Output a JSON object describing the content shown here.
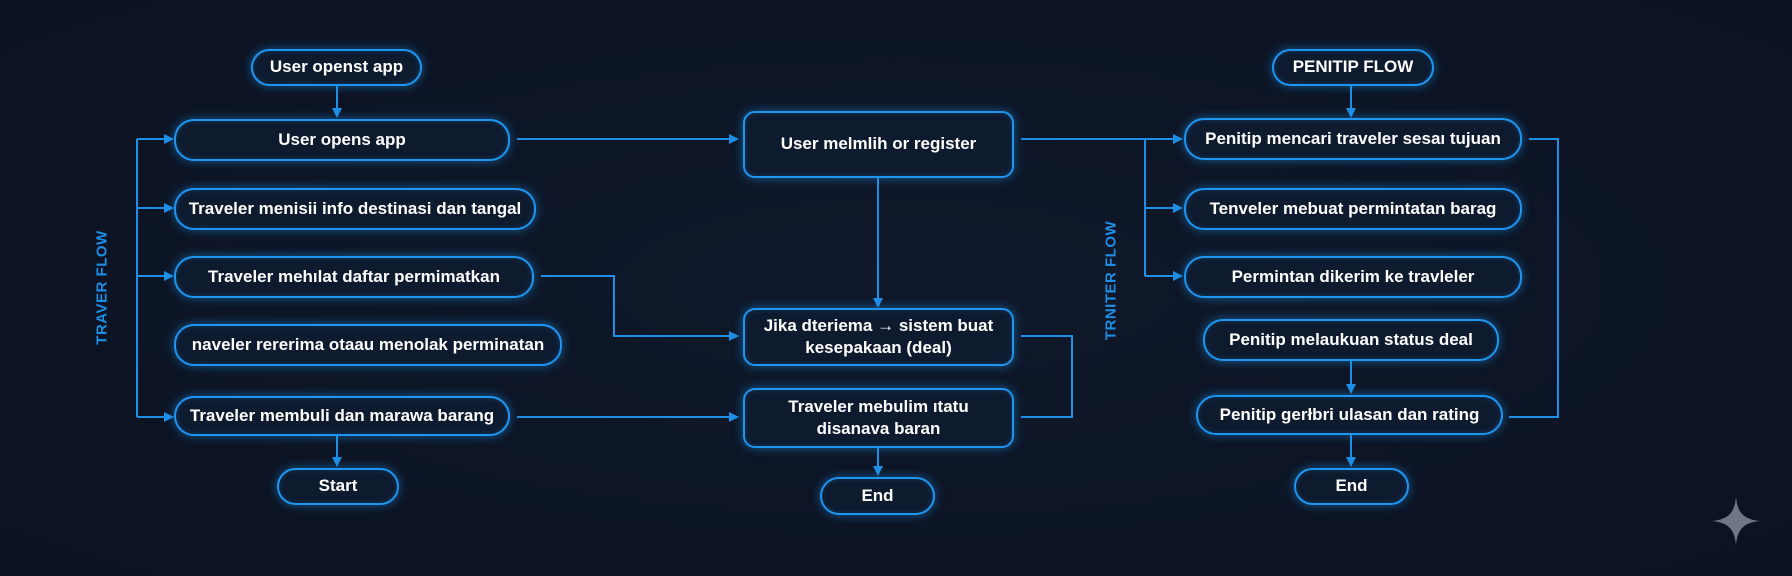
{
  "left_flow": {
    "side_label": "TRAVER FLOW",
    "top": "User openst app",
    "step1": "User opens app",
    "step2": "Traveler menisii info destinasi dan tangal",
    "step3": "Traveler mehılat daftar permimatkan",
    "step4": "naveler rererima otaau menolak perminatan",
    "step5": "Traveler membuli dan marawa barang",
    "bottom": "Start"
  },
  "center_flow": {
    "login": "User melmlih or register",
    "deal": "Jika dteriema → sistem buat kesepakaan (deal)",
    "deliver": "Traveler mebulim ıtatu disanava baran",
    "end": "End"
  },
  "right_flow": {
    "side_label": "TRNITER FLOW",
    "top": "PENITIP FLOW",
    "step1": "Penitip mencari traveler sesaı tujuan",
    "step2": "Tenveler mebuat permintatan barag",
    "step3": "Permintan dikerim ke travleler",
    "step4": "Penitip melaukuan status deal",
    "step5": "Penitip gerłbri ulasan dan rating",
    "end": "End"
  },
  "colors": {
    "background": "#0d1525",
    "accent": "#1e95ef",
    "text": "#ffffff"
  },
  "icons": {
    "watermark": "sparkle-icon"
  }
}
